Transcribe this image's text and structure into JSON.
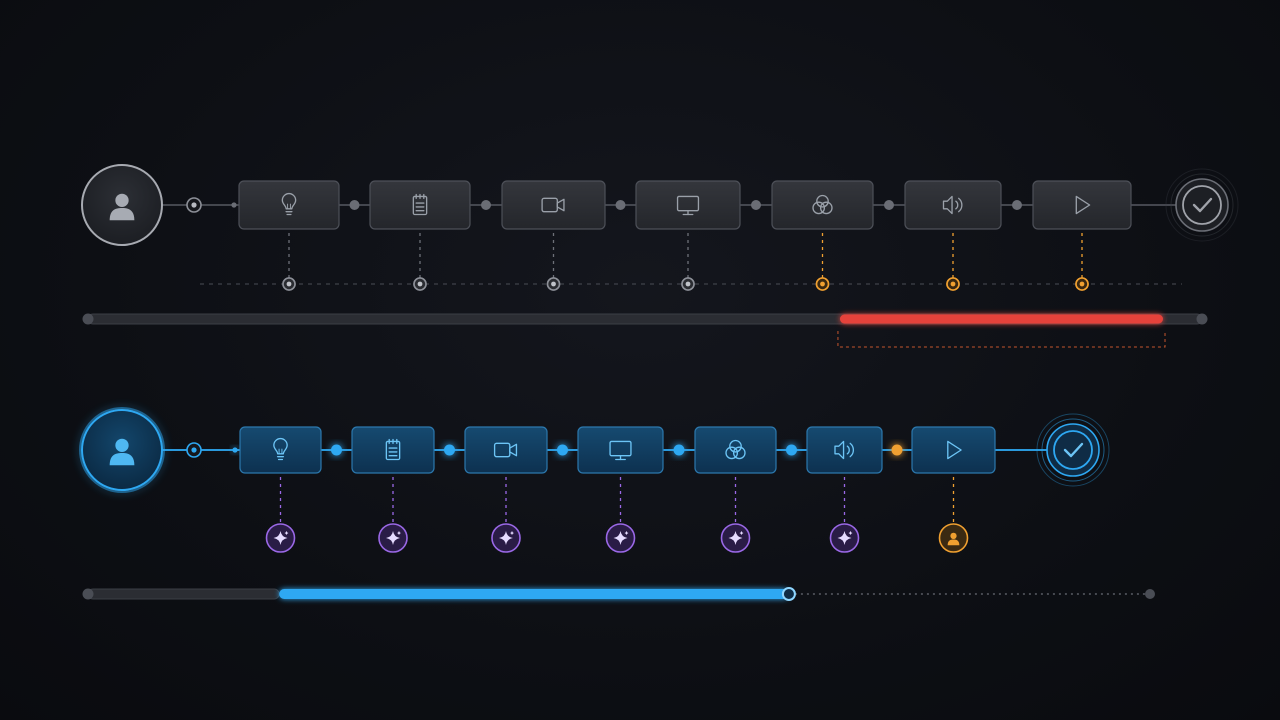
{
  "colors": {
    "background": "#0d0f14",
    "gray_line": "#4a4d55",
    "gray_node_fill": "#2a2c31",
    "gray_node_border": "#4d5058",
    "gray_icon": "#9aa0a9",
    "orange": "#f0a030",
    "red": "#e5433b",
    "blue": "#2ea8f2",
    "blue_node_fill": "#103a5a",
    "blue_node_border": "#2c78ad",
    "blue_icon": "#6cc4f5",
    "purple": "#9a68e6",
    "purple_fill": "#2a1c46"
  },
  "workflows": [
    {
      "id": "before",
      "theme": "gray",
      "start_icon": "user-icon",
      "end_icon": "check-icon",
      "steps": [
        {
          "icon": "lightbulb-icon",
          "marker": "gray"
        },
        {
          "icon": "notepad-icon",
          "marker": "gray"
        },
        {
          "icon": "video-camera-icon",
          "marker": "gray"
        },
        {
          "icon": "monitor-icon",
          "marker": "gray"
        },
        {
          "icon": "overlapping-circles-icon",
          "marker": "orange"
        },
        {
          "icon": "speaker-icon",
          "marker": "orange"
        },
        {
          "icon": "play-icon",
          "marker": "orange"
        }
      ],
      "timeline": {
        "highlight_from": 0.675,
        "highlight_to": 0.965,
        "color": "red"
      }
    },
    {
      "id": "after",
      "theme": "blue",
      "start_icon": "user-icon",
      "end_icon": "check-icon",
      "steps": [
        {
          "icon": "lightbulb-icon",
          "marker": "sparkle"
        },
        {
          "icon": "notepad-icon",
          "marker": "sparkle"
        },
        {
          "icon": "video-camera-icon",
          "marker": "sparkle"
        },
        {
          "icon": "monitor-icon",
          "marker": "sparkle"
        },
        {
          "icon": "overlapping-circles-icon",
          "marker": "sparkle"
        },
        {
          "icon": "speaker-icon",
          "marker": "sparkle"
        },
        {
          "icon": "play-icon",
          "marker": "person"
        }
      ],
      "timeline": {
        "highlight_from": 0.18,
        "highlight_to": 0.66,
        "color": "blue"
      }
    }
  ]
}
